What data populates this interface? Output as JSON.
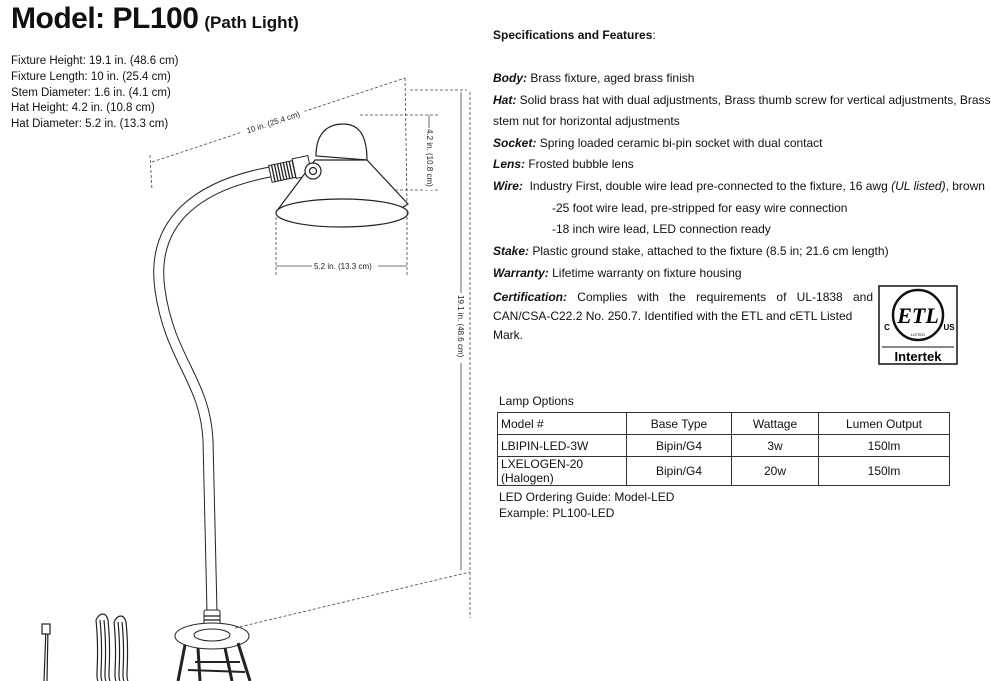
{
  "header": {
    "model_label": "Model: PL100",
    "model_sub": "(Path Light)"
  },
  "dimensions": [
    "Fixture Height: 19.1 in. (48.6 cm)",
    "Fixture Length: 10 in. (25.4 cm)",
    "Stem Diameter: 1.6 in. (4.1 cm)",
    "Hat Height: 4.2 in. (10.8 cm)",
    "Hat Diameter: 5.2 in. (13.3 cm)"
  ],
  "drawing": {
    "length_label": "10 in. (25.4 cm)",
    "hat_height_label": "4.2 in. (10.8 cm)",
    "hat_diameter_label": "5.2 in. (13.3 cm)",
    "height_label": "19.1 in. (48.6 cm)"
  },
  "specs": {
    "heading": "Specifications and Features",
    "heading_suffix": ":",
    "body_label": "Body:",
    "body_text": " Brass fixture, aged brass finish",
    "hat_label": "Hat:",
    "hat_text_1": " Solid brass hat with dual adjustments, Brass thumb screw for vertical adjustments, Brass",
    "hat_text_2": "stem nut for horizontal adjustments",
    "socket_label": "Socket:",
    "socket_text": " Spring loaded ceramic bi-pin socket with dual contact",
    "lens_label": "Lens:",
    "lens_text": " Frosted bubble lens",
    "wire_label": "Wire:",
    "wire_text": "  Industry First, double wire lead pre-connected to the fixture, 16 awg ",
    "wire_italic": "(UL listed)",
    "wire_text_end": ", brown",
    "wire_sub_1": "-25 foot wire lead, pre-stripped for easy wire connection",
    "wire_sub_2": "-18 inch wire lead, LED connection ready",
    "stake_label": "Stake:",
    "stake_text": " Plastic ground stake, attached to the fixture (8.5 in; 21.6 cm length)",
    "warranty_label": "Warranty:",
    "warranty_text": " Lifetime warranty on fixture housing",
    "cert_label": "Certification:",
    "cert_text_1": " Complies with the requirements of UL-1838 and",
    "cert_text_2": "CAN/CSA-C22.2 No. 250.7.  Identified with the ETL and cETL Listed Mark."
  },
  "logo": {
    "mark": "ETL",
    "left_letter": "C",
    "right_letters": "US",
    "listed": "LISTED",
    "brand": "Intertek"
  },
  "lamp_options": {
    "title": "Lamp Options",
    "headers": [
      "Model #",
      "Base Type",
      "Wattage",
      "Lumen Output"
    ],
    "rows": [
      [
        "LBIPIN-LED-3W",
        "Bipin/G4",
        "3w",
        "150lm"
      ],
      [
        "LXELOGEN-20 (Halogen)",
        "Bipin/G4",
        "20w",
        "150lm"
      ]
    ]
  },
  "ordering": {
    "guide": "LED Ordering Guide: Model-LED",
    "example": "Example: PL100-LED"
  }
}
